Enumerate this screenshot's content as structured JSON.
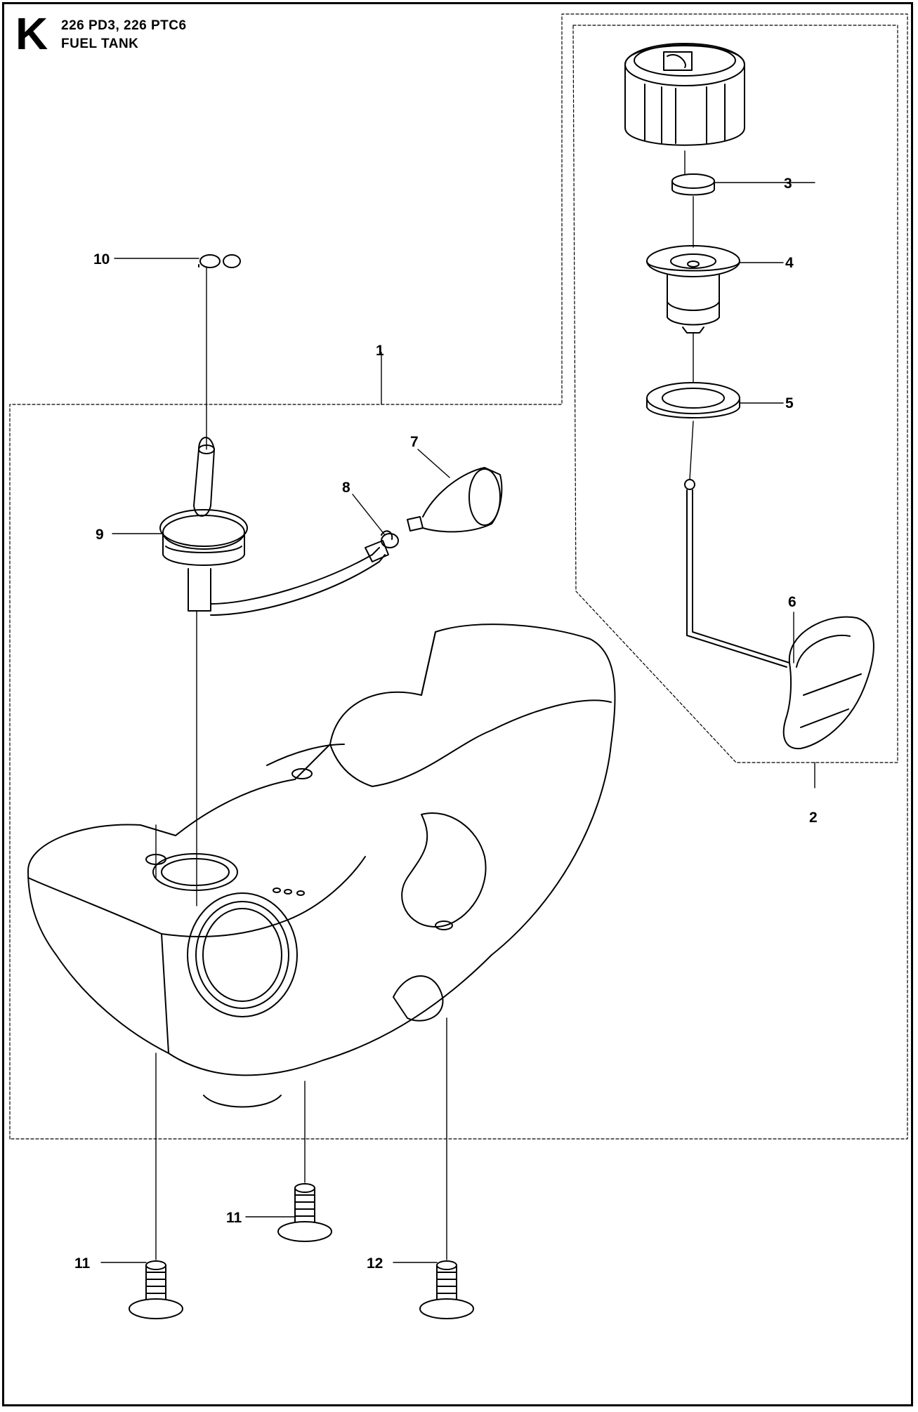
{
  "header": {
    "section": "K",
    "models": "226 PD3, 226 PTC6",
    "title": "FUEL TANK"
  },
  "callouts": [
    "1",
    "2",
    "3",
    "4",
    "5",
    "6",
    "7",
    "8",
    "9",
    "10",
    "11",
    "11",
    "12"
  ],
  "colors": {
    "ink": "#000000",
    "background": "#ffffff"
  }
}
